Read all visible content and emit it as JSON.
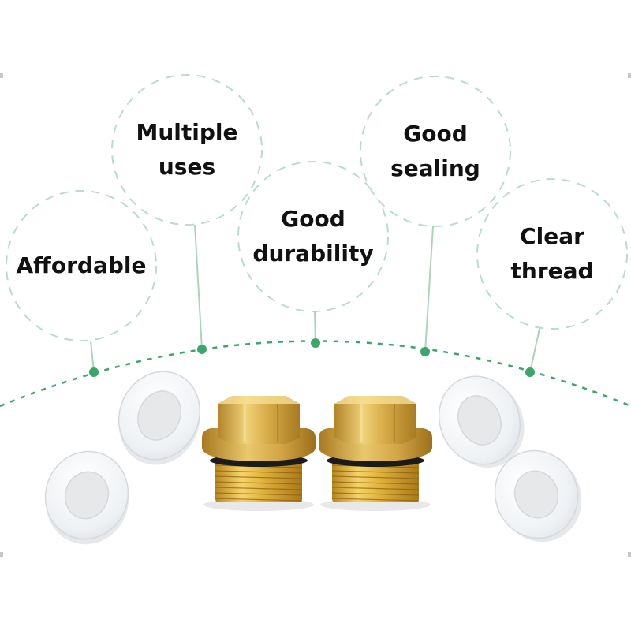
{
  "colors": {
    "accent": "#3aa66a",
    "dashed_outline": "#b9dccb",
    "brass": "#c9a23a",
    "washer": "#eef1f4"
  },
  "features": [
    {
      "id": "affordable",
      "label": "Affordable"
    },
    {
      "id": "multiple-uses",
      "label": "Multiple\nuses"
    },
    {
      "id": "good-durability",
      "label": "Good\ndurability"
    },
    {
      "id": "good-sealing",
      "label": "Good\nsealing"
    },
    {
      "id": "clear-thread",
      "label": "Clear\nthread"
    }
  ],
  "products": [
    {
      "name": "brass-hex-plug"
    },
    {
      "name": "brass-hex-plug"
    },
    {
      "name": "sealing-washer"
    },
    {
      "name": "sealing-washer"
    },
    {
      "name": "sealing-washer"
    },
    {
      "name": "sealing-washer"
    }
  ]
}
